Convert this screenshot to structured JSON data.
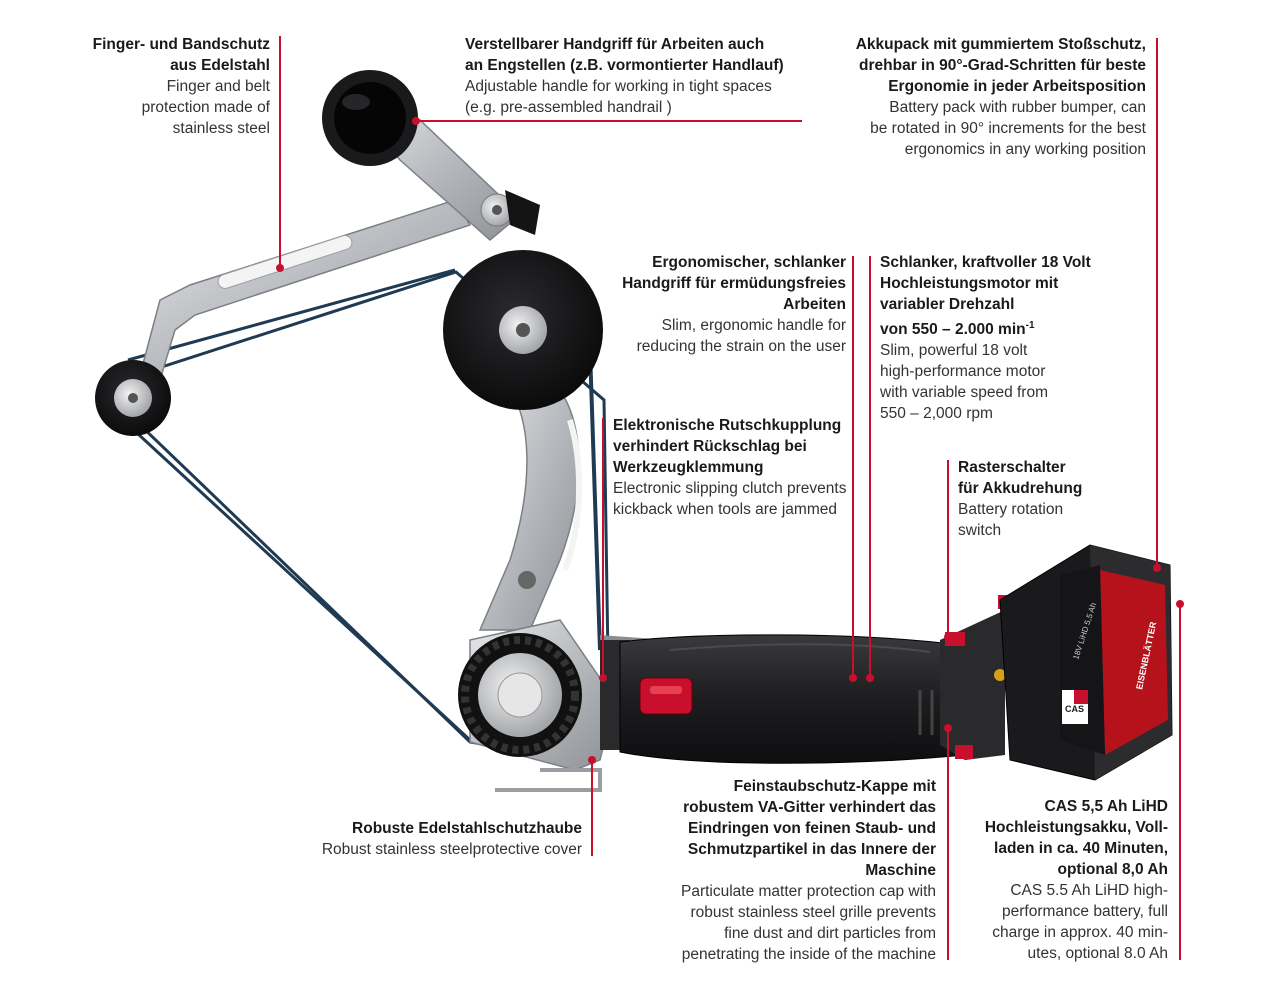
{
  "colors": {
    "accent": "#c8102e",
    "belt": "#1f3a52",
    "metal": "#c9cbce",
    "body": "#1c1c1e",
    "battery_red": "#b5121b"
  },
  "callouts": {
    "guard": {
      "de": "Finger- und Bandschutz\naus Edelstahl",
      "en": "Finger and belt\nprotection made of\nstainless steel"
    },
    "handle_adjust": {
      "de": "Verstellbarer Handgriff für Arbeiten auch\nan Engstellen (z.B. vormontierter Handlauf)",
      "en": "Adjustable handle for working in tight spaces\n(e.g. pre-assembled handrail )"
    },
    "battery_pack": {
      "de": "Akkupack mit gummiertem Stoßschutz,\ndrehbar in 90°-Grad-Schritten für beste\nErgonomie in jeder Arbeitsposition",
      "en": "Battery pack with rubber bumper, can\nbe rotated in 90° increments for the best\nergonomics in any working position"
    },
    "ergo_handle": {
      "de": "Ergonomischer, schlanker\nHandgriff für ermüdungsfreies\nArbeiten",
      "en": "Slim, ergonomic handle for\nreducing the strain on the user"
    },
    "motor": {
      "de": "Schlanker, kraftvoller 18 Volt\nHochleistungsmotor mit\nvariabler Drehzahl",
      "de_speed": "von 550 – 2.000 min",
      "de_sup": "-1",
      "en": "Slim, powerful 18 volt\nhigh-performance motor\nwith variable speed from\n550 – 2,000 rpm"
    },
    "clutch": {
      "de": "Elektronische Rutschkupplung\nverhindert Rückschlag bei\nWerkzeugklemmung",
      "en": "Electronic slipping clutch prevents\nkickback when tools are jammed"
    },
    "switch": {
      "de": "Rasterschalter\nfür Akkudrehung",
      "en": "Battery rotation\nswitch"
    },
    "cover": {
      "de": "Robuste Edelstahlschutzhaube",
      "en": "Robust stainless steelprotective cover"
    },
    "dust_cap": {
      "de": "Feinstaubschutz-Kappe mit\nrobustem VA-Gitter verhindert das\nEindringen von feinen Staub- und\nSchmutzpartikel in das Innere der\nMaschine",
      "en": "Particulate matter protection cap with\nrobust stainless steel grille prevents\nfine dust and dirt particles from\npenetrating the inside of the machine"
    },
    "battery": {
      "de": "CAS 5,5 Ah LiHD\nHochleistungsakku, Voll-\nladen in ca. 40 Minuten,\noptional 8,0 Ah",
      "en": "CAS 5.5 Ah LiHD high-\nperformance battery, full\ncharge in approx. 40 min-\nutes, optional 8.0 Ah"
    }
  },
  "battery_labels": {
    "brand": "EISENBLÄTTER",
    "spec": "18V LiHD 5,5 Ah",
    "badge": "CAS"
  }
}
